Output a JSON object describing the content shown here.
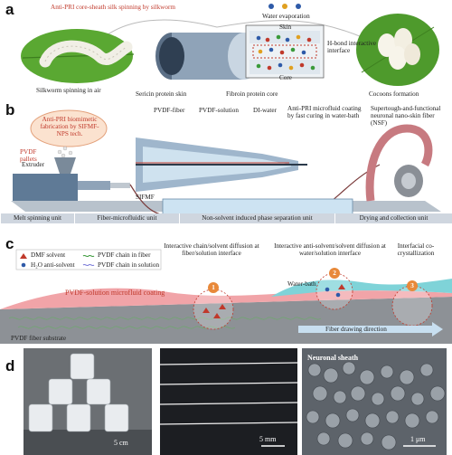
{
  "panel_a": {
    "label": "a",
    "title": "Anti-PRI core-sheath silk spinning by silkworm",
    "water_evaporation": "Water evaporation",
    "skin": "Skin",
    "core": "Core",
    "hbond": "H-bond interactive interface",
    "silkworm": "Silkworm spinning in air",
    "sericin": "Sericin protein skin",
    "fibroin": "Fibroin protein core",
    "cocoons": "Cocoons formation"
  },
  "panel_b": {
    "label": "b",
    "biomimetic": "Anti-PRI biomimetic fabrication by SIFMF-NPS tech.",
    "pvdf_pallets": "PVDF pallets",
    "extruder": "Extruder",
    "pvdf_fiber": "PVDF-fiber",
    "pvdf_solution": "PVDF-solution",
    "di_water": "DI-water",
    "coating": "Anti-PRI microfluid coating by fast curing in water-bath",
    "nsf": "Supertough-and-functional neuronal nano-skin fiber (NSF)",
    "sifmf": "SIFMF",
    "units": [
      "Melt spinning unit",
      "Fiber-microfluidic unit",
      "Non-solvent induced phase separation unit",
      "Drying and collection unit"
    ]
  },
  "panel_c": {
    "label": "c",
    "legend": {
      "dmf": "DMF solvent",
      "h2o": "H₂O anti-solvent",
      "chain_fiber": "PVDF chain in fiber",
      "chain_solution": "PVDF chain in solution"
    },
    "step1": "Interactive chain/solvent diffusion at fiber/solution interface",
    "step2": "Interactive anti-solvent/solvent diffusion at water/solution interface",
    "step3": "Interfacial co-crystallization",
    "water_bath": "Water-bath",
    "microfluid": "PVDF-solution microfluid coating",
    "substrate": "PVDF fiber substrate",
    "drawing": "Fiber drawing direction",
    "markers": [
      "1",
      "2",
      "3"
    ],
    "colors": {
      "dmf": "#c0392b",
      "h2o": "#2e5aa8",
      "solution": "#f2a6a6",
      "water": "#7fd3d8",
      "fiber": "#8a8a8a"
    }
  },
  "panel_d": {
    "label": "d",
    "scale1": "5 cm",
    "scale2": "5 mm",
    "scale3": "1 μm",
    "sheath": "Neuronal sheath"
  }
}
